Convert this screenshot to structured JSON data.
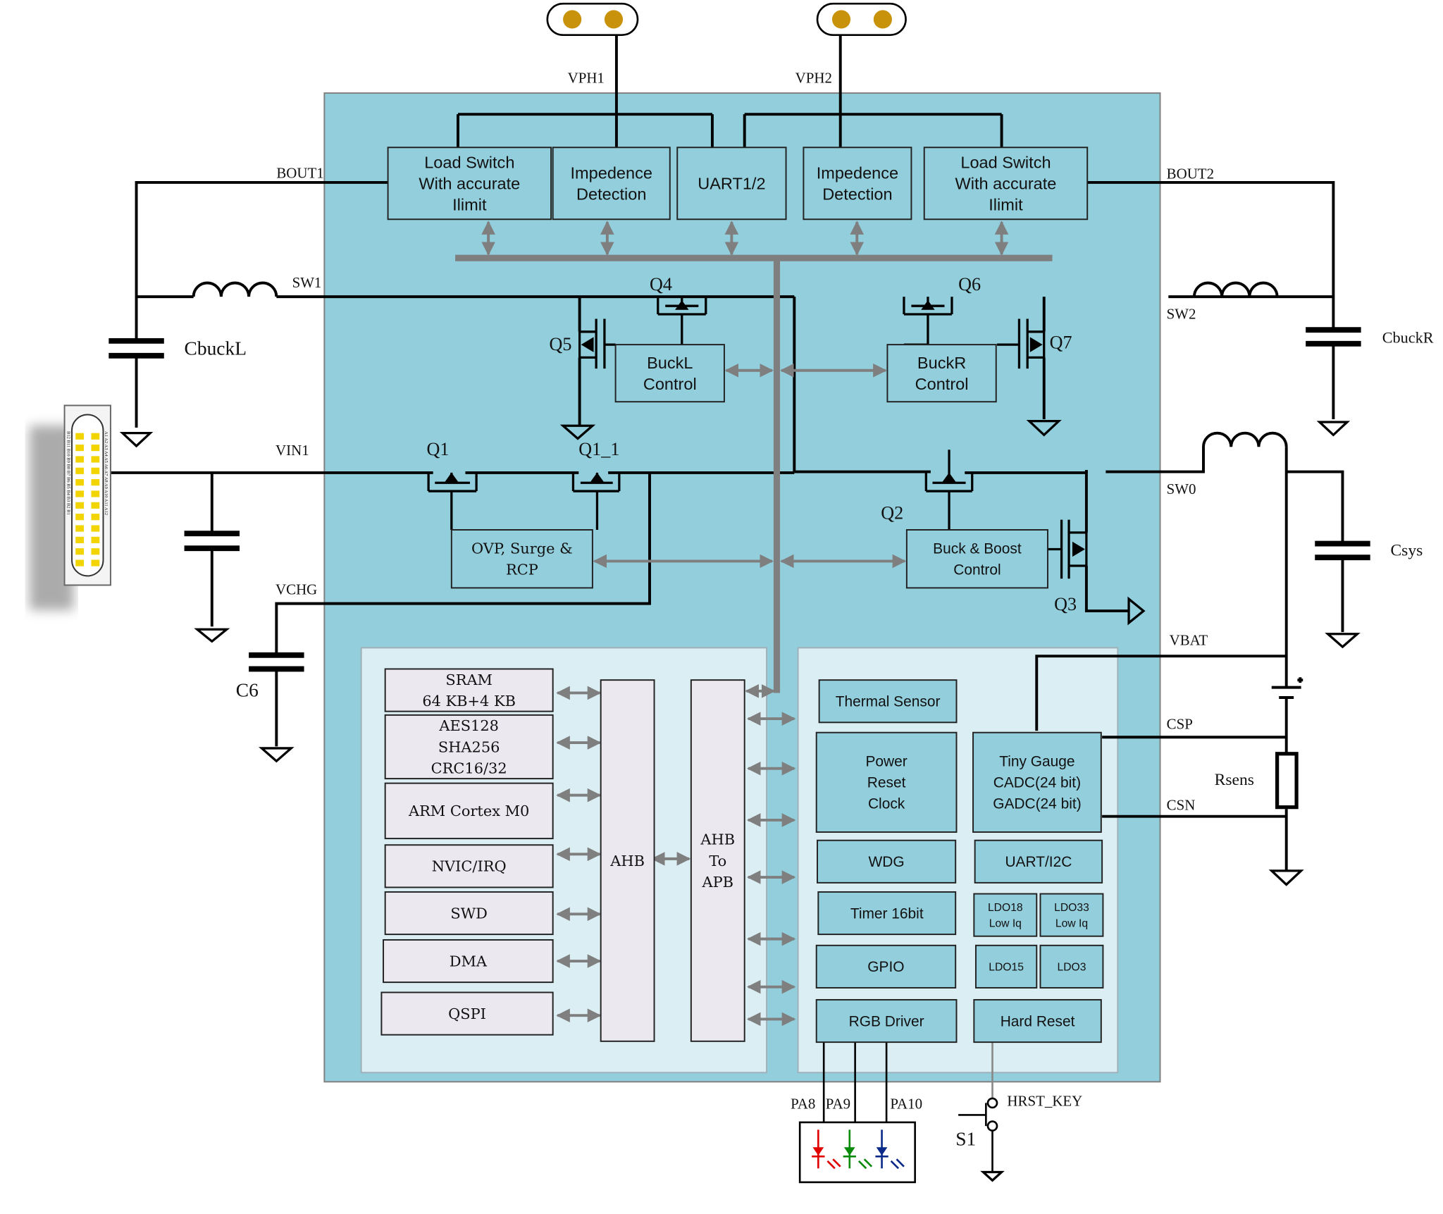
{
  "colors": {
    "chip_fill": "#93cedc",
    "panel_fill": "#dbeef3",
    "block_fill": "#93cedc",
    "mcu_block_fill": "#ece8f0",
    "bus": "#7f7f7f",
    "wire": "#000000",
    "pad": "#c8920a",
    "led_red": "#e00000",
    "led_green": "#0a8a0a",
    "led_blue": "#0a2a8a"
  },
  "signals": {
    "vph1": "VPH1",
    "vph2": "VPH2",
    "bout1": "BOUT1",
    "bout2": "BOUT2",
    "sw1": "SW1",
    "sw2": "SW2",
    "sw0": "SW0",
    "vin1": "VIN1",
    "vchg": "VCHG",
    "vbat": "VBAT",
    "csp": "CSP",
    "csn": "CSN",
    "pa8": "PA8",
    "pa9": "PA9",
    "pa10": "PA10",
    "hrst_key": "HRST_KEY"
  },
  "components": {
    "cbuckl": "CbuckL",
    "cbuckr": "CbuckR",
    "csys": "Csys",
    "c6": "C6",
    "rsens": "Rsens",
    "s1": "S1",
    "q1": "Q1",
    "q1_1": "Q1_1",
    "q2": "Q2",
    "q3": "Q3",
    "q4": "Q4",
    "q5": "Q5",
    "q6": "Q6",
    "q7": "Q7"
  },
  "top_blocks": {
    "load_switch_l": [
      "Load Switch",
      "With accurate",
      "Ilimit"
    ],
    "imp_det_l": [
      "Impedence",
      "Detection"
    ],
    "uart": [
      "UART1/2"
    ],
    "imp_det_r": [
      "Impedence",
      "Detection"
    ],
    "load_switch_r": [
      "Load Switch",
      "With accurate",
      "Ilimit"
    ]
  },
  "control_blocks": {
    "buckl": [
      "BuckL",
      "Control"
    ],
    "buckr": [
      "BuckR",
      "Control"
    ],
    "ovp": [
      "OVP,  Surge  &",
      "RCP"
    ],
    "buck_boost": [
      "Buck & Boost",
      "Control"
    ]
  },
  "mcu_blocks": {
    "sram": [
      "SRAM",
      "64  KB+4  KB"
    ],
    "crypto": [
      "AES128",
      "SHA256",
      "CRC16/32"
    ],
    "cpu": [
      "ARM  Cortex  M0"
    ],
    "nvic": [
      "NVIC/IRQ"
    ],
    "swd": [
      "SWD"
    ],
    "dma": [
      "DMA"
    ],
    "qspi": [
      "QSPI"
    ],
    "ahb": [
      "AHB"
    ],
    "ahb_apb": [
      "AHB",
      "To",
      "APB"
    ]
  },
  "periph_blocks": {
    "thermal": [
      "Thermal Sensor"
    ],
    "prc": [
      "Power",
      "Reset",
      "Clock"
    ],
    "gauge": [
      "Tiny Gauge",
      "CADC(24 bit)",
      "GADC(24 bit)"
    ],
    "wdg": [
      "WDG"
    ],
    "uart_i2c": [
      "UART/I2C"
    ],
    "timer": [
      "Timer 16bit"
    ],
    "ldo18": [
      "LDO18",
      "Low Iq"
    ],
    "ldo33": [
      "LDO33",
      "Low Iq"
    ],
    "gpio": [
      "GPIO"
    ],
    "ldo15": [
      "LDO15"
    ],
    "ldo3": [
      "LDO3"
    ],
    "rgb": [
      "RGB Driver"
    ],
    "hard_reset": [
      "Hard Reset"
    ]
  },
  "usb_c_pins": {
    "row_a": "A1 A2 A3 A4 A5 A6 A7 A8 A9 A10 A11 A12",
    "row_b": "B12 B11 B10 B9 B8 B7 B6 B5 B4 B3 B2 B1"
  }
}
